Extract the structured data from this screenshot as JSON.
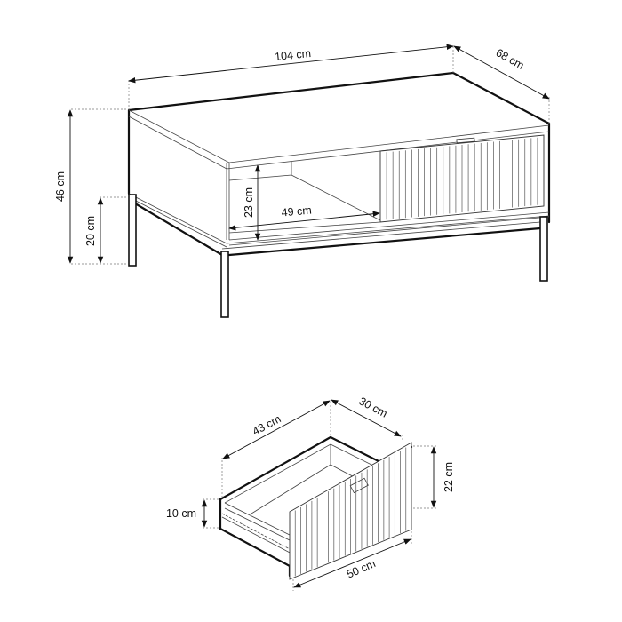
{
  "diagram": {
    "type": "furniture-dimension-drawing",
    "subject": "coffee table with drawer",
    "colors": {
      "line": "#111111",
      "background": "#ffffff"
    }
  },
  "table": {
    "width_label": "104 cm",
    "depth_label": "68 cm",
    "height_label": "46 cm",
    "leg_height_label": "20 cm",
    "shelf_height_label": "23 cm",
    "shelf_width_label": "49 cm"
  },
  "drawer": {
    "inner_length_label": "43 cm",
    "depth_label": "30 cm",
    "front_height_label": "22 cm",
    "side_height_label": "10 cm",
    "front_width_label": "50 cm"
  }
}
